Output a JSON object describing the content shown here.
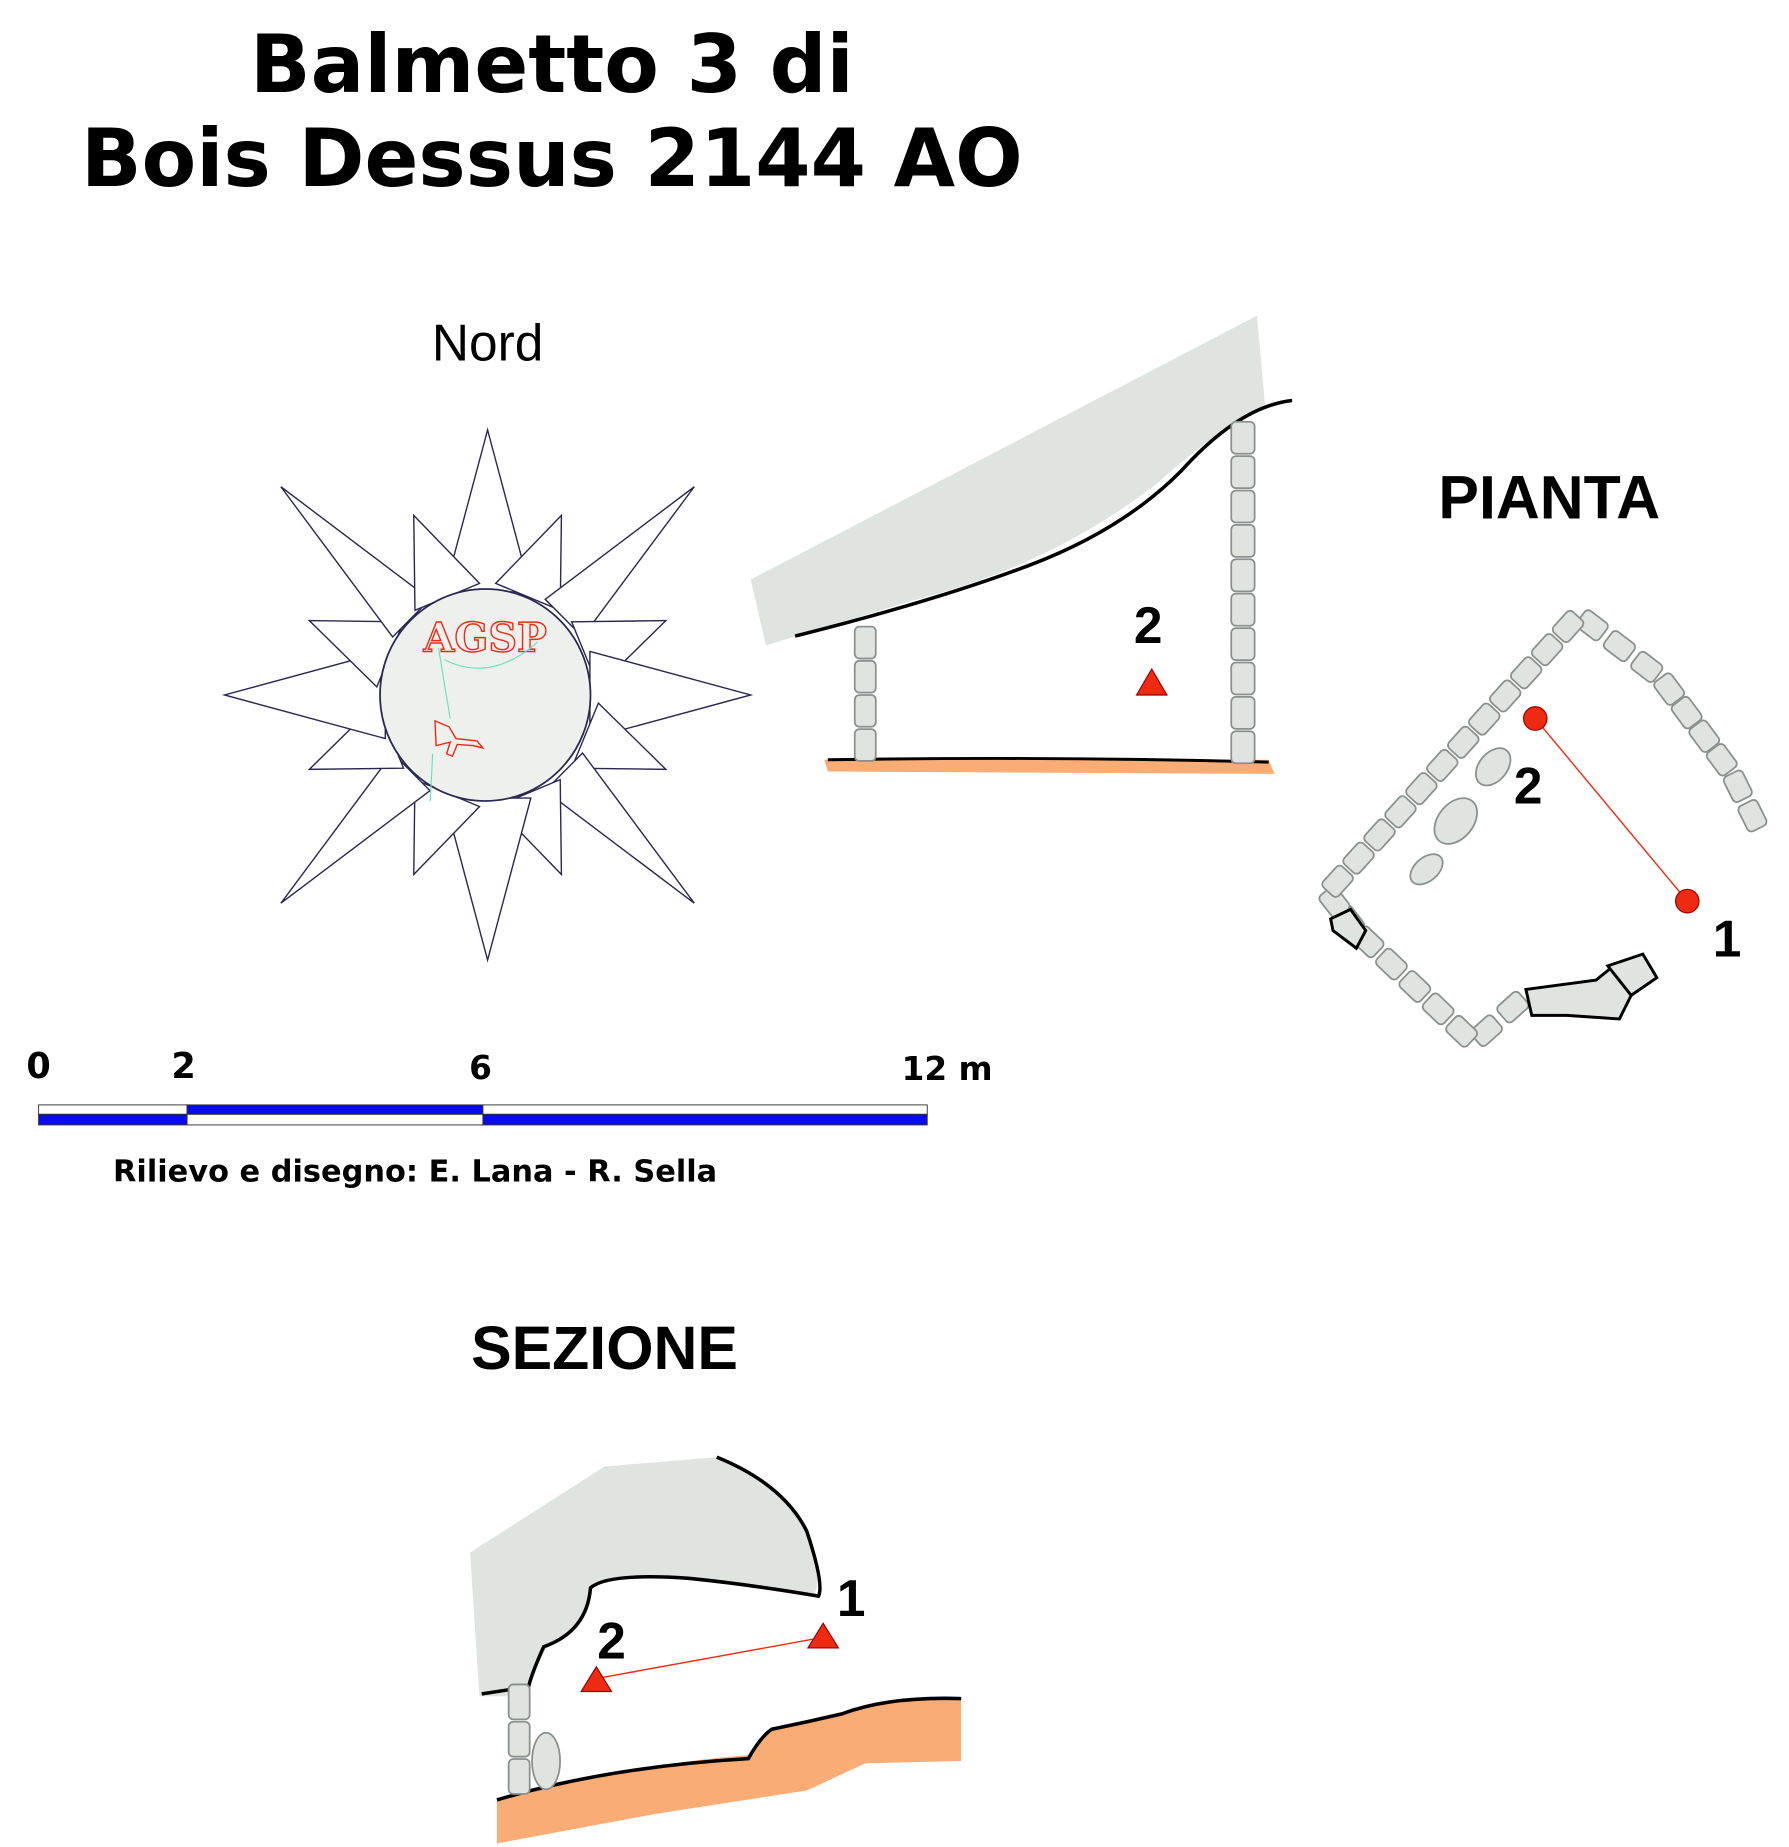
{
  "title": {
    "line1": "Balmetto 3 di",
    "line2": "Bois Dessus 2144 AO"
  },
  "compass": {
    "north_label": "Nord",
    "logo_text": "AGSP",
    "icon": "compass-rose-icon"
  },
  "plan": {
    "heading": "PIANTA",
    "stations": [
      "2",
      "1"
    ]
  },
  "section": {
    "heading": "SEZIONE",
    "stations": [
      "2",
      "1"
    ]
  },
  "elevation": {
    "station": "2"
  },
  "scale_bar": {
    "ticks": [
      "0",
      "2",
      "6",
      "12 m"
    ],
    "colors": {
      "fill": "#0a0af0",
      "alt": "#ffffff"
    }
  },
  "credits": "Rilievo e disegno: E. Lana - R. Sella",
  "colors": {
    "rock": "#dfe4e1",
    "floor": "#f9ad75",
    "station": "#ee2a12",
    "compass_line": "#2a2850"
  }
}
